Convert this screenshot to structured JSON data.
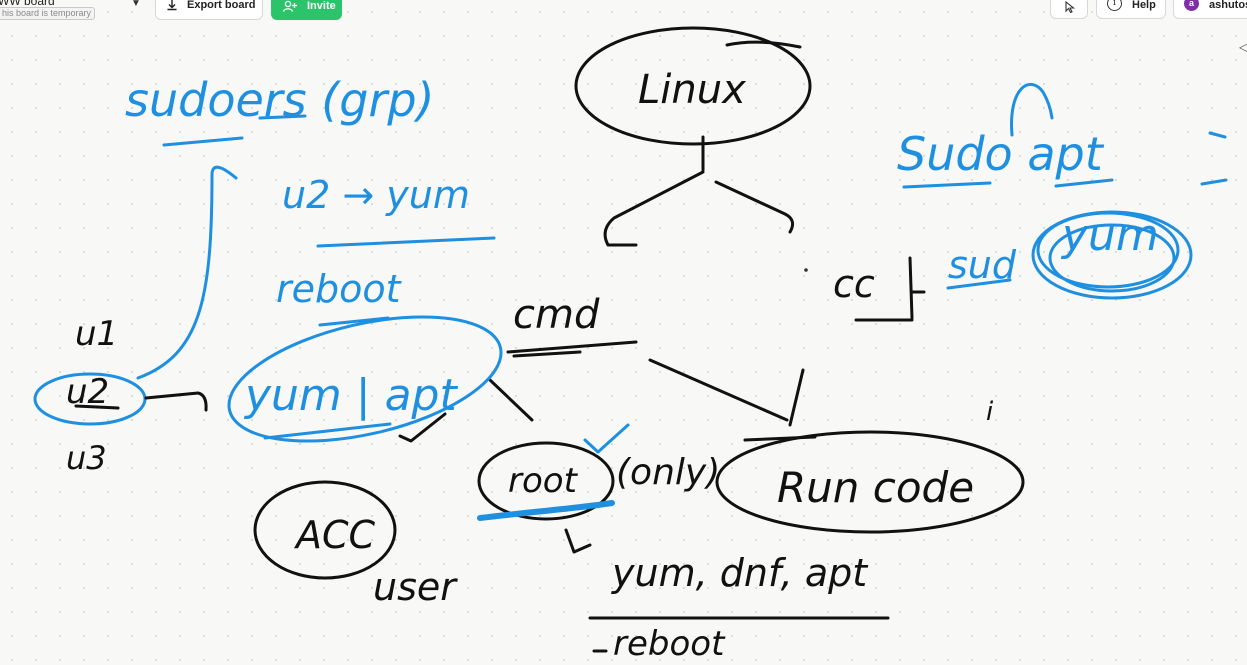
{
  "toolbar": {
    "board_name": "WW board",
    "temporary_badge": "his board is temporary",
    "export_label": "Export board",
    "invite_label": "Invite",
    "help_label": "Help",
    "user_name": "ashutosh",
    "avatar_initial": "a",
    "icons": [
      "chevron-down-icon",
      "download-icon",
      "add-user-icon",
      "cursor-icon",
      "info-icon"
    ]
  },
  "colors": {
    "ink_black": "#111111",
    "ink_blue": "#1f8fe0",
    "invite_green": "#2cc46b",
    "avatar_purple": "#7d2fa6"
  },
  "whiteboard": {
    "linux": "Linux",
    "sudoers": "sudoers (grp)",
    "sudo_apt": "Sudo apt",
    "cmd": "cmd",
    "u1": "u1",
    "u2": "u2",
    "u3": "u3",
    "u2_yum": "u2 → yum",
    "reboot_blue": "reboot",
    "yum_apt": "yum | apt",
    "root": "root",
    "only": "(only)",
    "run_code": "Run code",
    "acc": "ACC",
    "user": "user",
    "cc": "cc",
    "sud": "sud",
    "yum_circled": "yum",
    "yum_dnf_apt": "yum, dnf, apt",
    "reboot_black": "reboot"
  }
}
